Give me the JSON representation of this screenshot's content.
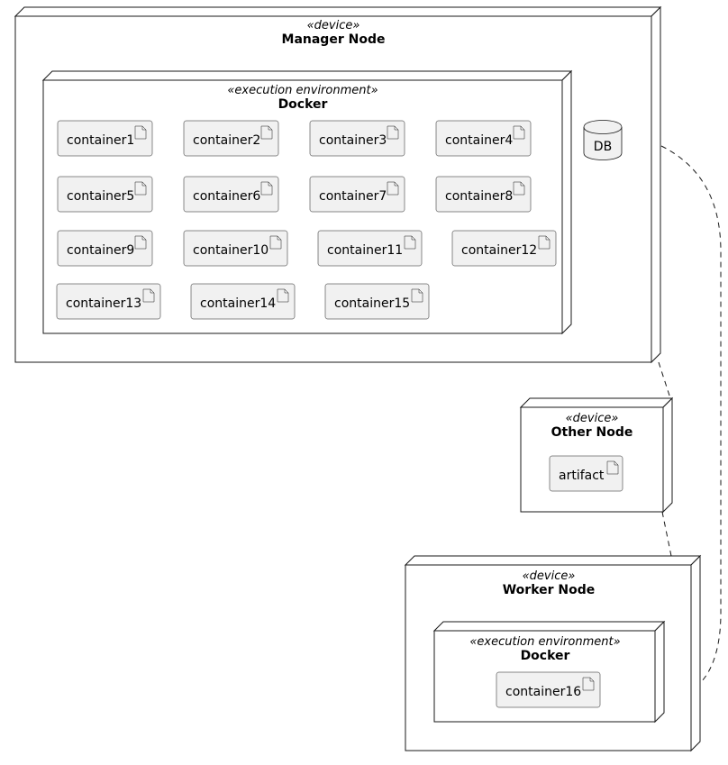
{
  "colors": {
    "line": "#181818",
    "artifact_fill": "#f1f1f1",
    "node_fill": "#ffffff",
    "background": "#ffffff"
  },
  "manager_node": {
    "stereotype": "«device»",
    "title": "Manager Node",
    "docker": {
      "stereotype": "«execution environment»",
      "title": "Docker",
      "artifacts": [
        "container1",
        "container2",
        "container3",
        "container4",
        "container5",
        "container6",
        "container7",
        "container8",
        "container9",
        "container10",
        "container11",
        "container12",
        "container13",
        "container14",
        "container15"
      ]
    },
    "database": {
      "label": "DB"
    }
  },
  "other_node": {
    "stereotype": "«device»",
    "title": "Other Node",
    "artifacts": [
      "artifact"
    ]
  },
  "worker_node": {
    "stereotype": "«device»",
    "title": "Worker Node",
    "docker": {
      "stereotype": "«execution environment»",
      "title": "Docker",
      "artifacts": [
        "container16"
      ]
    }
  },
  "connections": [
    {
      "from": "Manager Node",
      "to": "Other Node",
      "style": "dashed"
    },
    {
      "from": "Other Node",
      "to": "Worker Node",
      "style": "dashed"
    },
    {
      "from": "Manager Node",
      "to": "Worker Node",
      "style": "dashed"
    }
  ]
}
